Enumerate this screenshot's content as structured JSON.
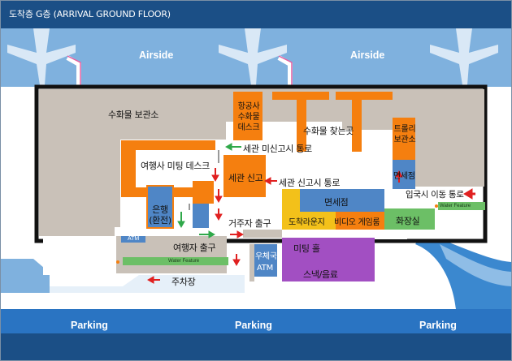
{
  "title": "도착층 G층 (ARRIVAL GROUND FLOOR)",
  "zones": {
    "airside_left": "Airside",
    "airside_right": "Airside",
    "parking_left": "Parking",
    "parking_mid": "Parking",
    "parking_right": "Parking"
  },
  "rooms": {
    "baggage_storage": "수화물 보관소",
    "airline_baggage_desk": "항공사\n수화물\n데스크",
    "baggage_claim": "수화물 찾는곳",
    "trolley_storage": "트롤리\n보관소",
    "duty_free_upper": "면세점",
    "travel_agency_desk": "여행사 미팅 데스크",
    "customs_declaration": "세관 신고",
    "bank": "은행\n(환전)",
    "duty_free_lower": "면세점",
    "arrival_lounge": "도착라운지",
    "video_game_room": "비디오 게임룸",
    "restroom": "화장실",
    "post_office": "우체국",
    "atm_box": "ATM",
    "snack_beverage": "스낵/음료",
    "atm_label": "ATM",
    "water_feature_1": "Water Feature",
    "water_feature_2": "Water Feature"
  },
  "routes": {
    "customs_no_declaration": "세관 미신고시 통로",
    "customs_declaration_route": "세관 신고시 통로",
    "entry_move_route": "입국시 이동 통로",
    "resident_exit": "거주자 출구",
    "travel_agency_exit": "여행자 출구",
    "meeting_hall": "미팅 홀",
    "parking_lot": "주차장"
  },
  "colors": {
    "title_bg": "#1b4f86",
    "sky": "#7fb1de",
    "terminal_gray": "#c9c1b8",
    "orange": "#f57f0f",
    "blue_box": "#4f86c6",
    "yellow": "#f3c11a",
    "green": "#6cbf66",
    "purple": "#a24fc2",
    "arrow_red": "#e02020",
    "arrow_green": "#2fa84a"
  }
}
